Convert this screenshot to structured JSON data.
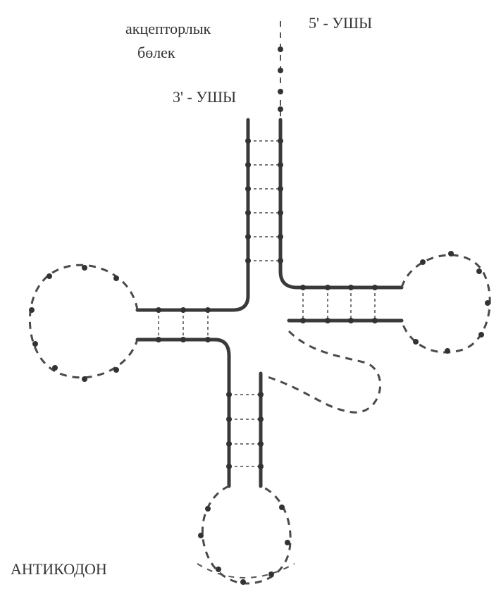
{
  "labels": {
    "acceptor_site": [
      "акцепторлык",
      "бөлек"
    ],
    "end_5": "5' - УШЫ",
    "end_3": "3' - УШЫ",
    "anticodon": "АНТИКОДОН"
  }
}
